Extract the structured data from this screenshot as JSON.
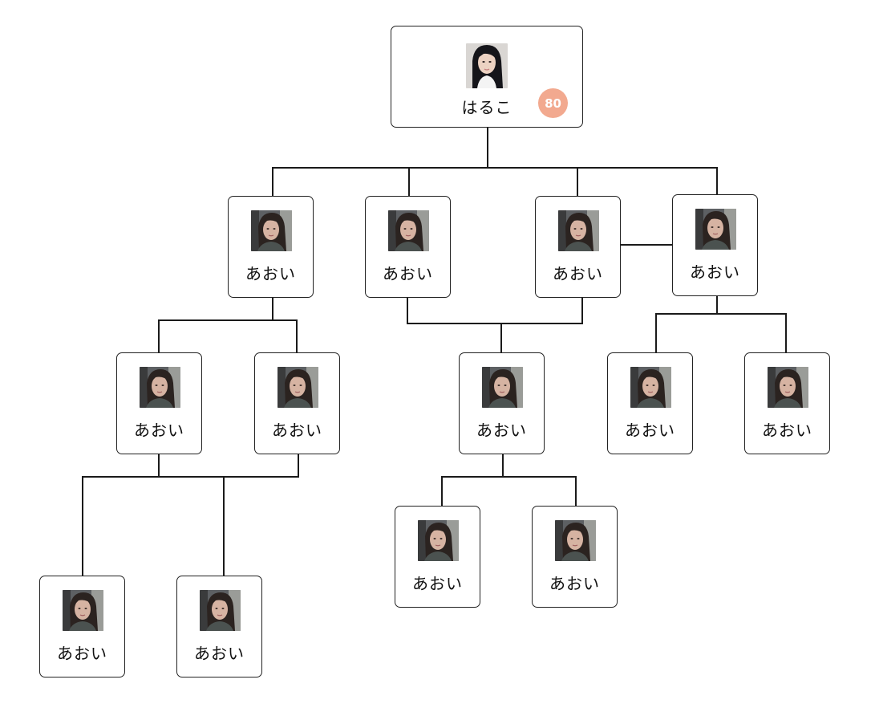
{
  "diagram": {
    "nodes": [
      {
        "id": "root",
        "name": "はるこ",
        "badge": "80",
        "photo": "woman-long-dark-hair-photo"
      },
      {
        "id": "c1",
        "name": "あおい",
        "photo": "woman-portrait-photo"
      },
      {
        "id": "c2",
        "name": "あおい",
        "photo": "woman-portrait-photo"
      },
      {
        "id": "c3",
        "name": "あおい",
        "photo": "woman-portrait-photo"
      },
      {
        "id": "c4",
        "name": "あおい",
        "photo": "woman-portrait-photo"
      },
      {
        "id": "g1",
        "name": "あおい",
        "photo": "woman-portrait-photo"
      },
      {
        "id": "g2",
        "name": "あおい",
        "photo": "woman-portrait-photo"
      },
      {
        "id": "g3",
        "name": "あおい",
        "photo": "woman-portrait-photo"
      },
      {
        "id": "g4",
        "name": "あおい",
        "photo": "woman-portrait-photo"
      },
      {
        "id": "g5",
        "name": "あおい",
        "photo": "woman-portrait-photo"
      },
      {
        "id": "gg1",
        "name": "あおい",
        "photo": "woman-portrait-photo"
      },
      {
        "id": "gg2",
        "name": "あおい",
        "photo": "woman-portrait-photo"
      },
      {
        "id": "gg3",
        "name": "あおい",
        "photo": "woman-portrait-photo"
      },
      {
        "id": "gg4",
        "name": "あおい",
        "photo": "woman-portrait-photo"
      }
    ],
    "links": [
      {
        "from": [
          "root"
        ],
        "to": [
          "c1",
          "c2",
          "c3",
          "c4"
        ]
      },
      {
        "from": [
          "c3"
        ],
        "to": [
          "c4"
        ],
        "type": "partner"
      },
      {
        "from": [
          "c1"
        ],
        "to": [
          "g1",
          "g2"
        ]
      },
      {
        "from": [
          "c2",
          "c3"
        ],
        "to": [
          "g3"
        ]
      },
      {
        "from": [
          "c4"
        ],
        "to": [
          "g4",
          "g5"
        ]
      },
      {
        "from": [
          "g1",
          "g2"
        ],
        "to": [
          "gg1",
          "gg2"
        ]
      },
      {
        "from": [
          "g3"
        ],
        "to": [
          "gg3",
          "gg4"
        ]
      }
    ]
  },
  "colors": {
    "badge": "#f2a98f",
    "line": "#1a1a1a",
    "border": "#222222"
  }
}
